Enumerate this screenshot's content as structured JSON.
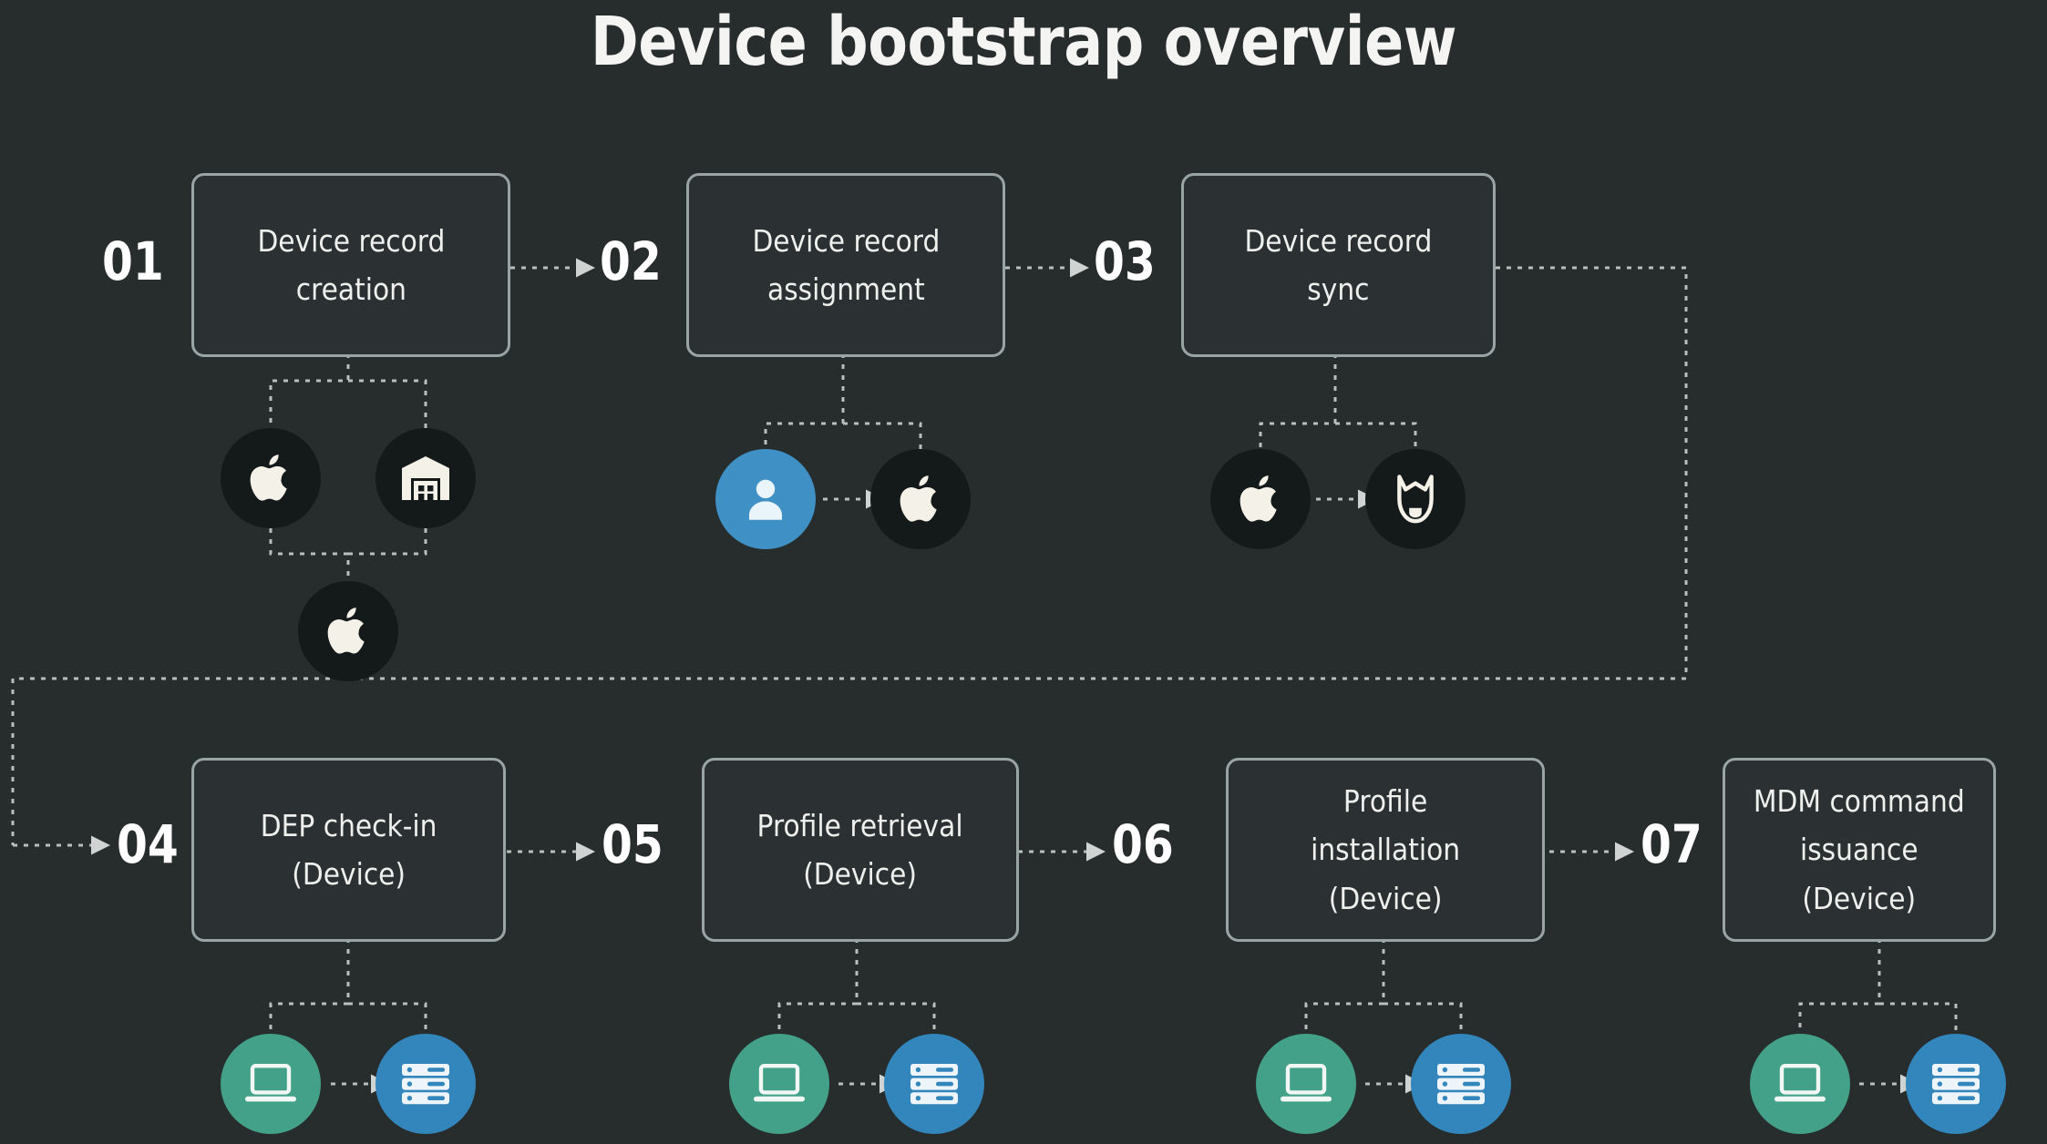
{
  "title": "Device bootstrap overview",
  "theme": {
    "background": "#272c2c",
    "box_border": "#9ba4a4",
    "box_fill": "#2b3132",
    "text": "#eef0ee",
    "number": "#ffffff",
    "connector": "#b9bfbd",
    "circle_dark": "#14191a",
    "circle_blue": "#3f90c4",
    "circle_green": "#43a189",
    "circle_steel": "#3386bb"
  },
  "steps": [
    {
      "number": "01",
      "label": "Device record\ncreation",
      "icons": [
        {
          "name": "apple-icon",
          "shape": "apple",
          "circle": "dark"
        },
        {
          "name": "warehouse-icon",
          "shape": "warehouse",
          "circle": "dark"
        },
        {
          "name": "apple-icon",
          "shape": "apple",
          "circle": "dark"
        }
      ]
    },
    {
      "number": "02",
      "label": "Device record\nassignment",
      "icons": [
        {
          "name": "user-icon",
          "shape": "user",
          "circle": "blue"
        },
        {
          "name": "apple-icon",
          "shape": "apple",
          "circle": "dark"
        }
      ]
    },
    {
      "number": "03",
      "label": "Device record\nsync",
      "icons": [
        {
          "name": "apple-icon",
          "shape": "apple",
          "circle": "dark"
        },
        {
          "name": "jamf-dog-icon",
          "shape": "jamf",
          "circle": "dark"
        }
      ]
    },
    {
      "number": "04",
      "label": "DEP check-in\n(Device)",
      "icons": [
        {
          "name": "laptop-icon",
          "shape": "laptop",
          "circle": "green"
        },
        {
          "name": "server-rack-icon",
          "shape": "server",
          "circle": "steel"
        }
      ]
    },
    {
      "number": "05",
      "label": "Profile retrieval\n(Device)",
      "icons": [
        {
          "name": "laptop-icon",
          "shape": "laptop",
          "circle": "green"
        },
        {
          "name": "server-rack-icon",
          "shape": "server",
          "circle": "steel"
        }
      ]
    },
    {
      "number": "06",
      "label": "Profile\ninstallation\n(Device)",
      "icons": [
        {
          "name": "laptop-icon",
          "shape": "laptop",
          "circle": "green"
        },
        {
          "name": "server-rack-icon",
          "shape": "server",
          "circle": "steel"
        }
      ]
    },
    {
      "number": "07",
      "label": "MDM command\nissuance\n(Device)",
      "icons": [
        {
          "name": "laptop-icon",
          "shape": "laptop",
          "circle": "green"
        },
        {
          "name": "server-rack-icon",
          "shape": "server",
          "circle": "steel"
        }
      ]
    }
  ]
}
